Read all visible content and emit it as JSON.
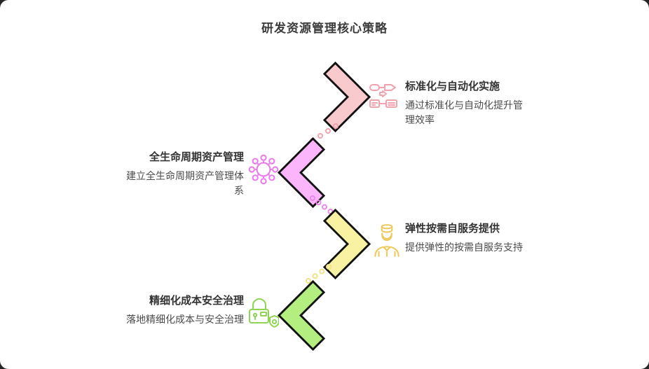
{
  "page": {
    "title": "研发资源管理核心策略",
    "background_color": "#ffffff"
  },
  "colors": {
    "chevron_outline": "#141414",
    "title_text": "#3c3c3c",
    "body_text": "#4c4c4c"
  },
  "steps": [
    {
      "title": "标准化与自动化实施",
      "description": "通过标准化与自动化提升管理效率",
      "fill_color": "#f8c9cd",
      "accent_color": "#f1a2ac",
      "dot_color": "#f0a6b0",
      "icon": "flowchart-icon",
      "chevron_direction": "right",
      "text_side": "right"
    },
    {
      "title": "全生命周期资产管理",
      "description": "建立全生命周期资产管理体系",
      "fill_color": "#fbb6fb",
      "accent_color": "#ea7dea",
      "dot_color": "#ec86ec",
      "icon": "lifecycle-hub-icon",
      "chevron_direction": "left",
      "text_side": "left"
    },
    {
      "title": "弹性按需自服务提供",
      "description": "提供弹性的按需自服务支持",
      "fill_color": "#f8f2a2",
      "accent_color": "#eecb5e",
      "dot_color": "#f0e387",
      "icon": "service-person-icon",
      "chevron_direction": "right",
      "text_side": "right"
    },
    {
      "title": "精细化成本安全治理",
      "description": "落地精细化成本与安全治理",
      "fill_color": "#b5ee80",
      "accent_color": "#8ed455",
      "dot_color": null,
      "icon": "lock-shield-icon",
      "chevron_direction": "left",
      "text_side": "left"
    }
  ]
}
